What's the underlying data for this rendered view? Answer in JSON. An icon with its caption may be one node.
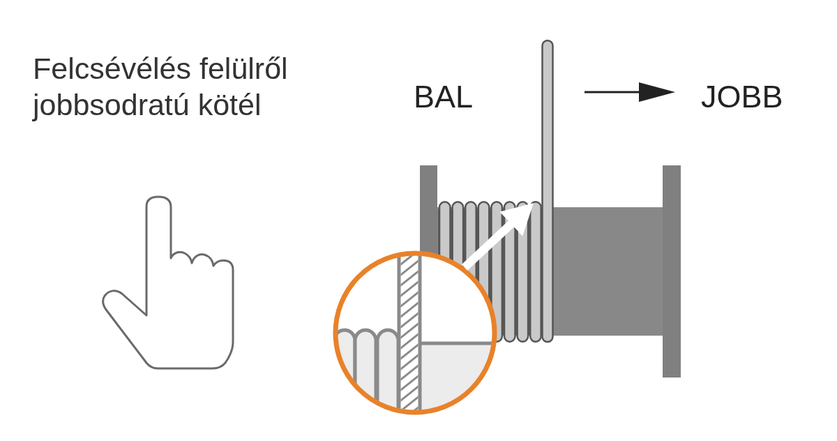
{
  "diagram": {
    "title": "Felcsévélés felülről jobbsodratú kötél",
    "nodes": [
      {
        "text": [],
        "shape": "circle"
      },
      {
        "text": [],
        "shape": "picture"
      }
    ],
    "edges": [
      {
        "from": 0,
        "to": 1,
        "arrow": "to"
      }
    ],
    "labels": [
      "BAL",
      "JOBB"
    ]
  }
}
